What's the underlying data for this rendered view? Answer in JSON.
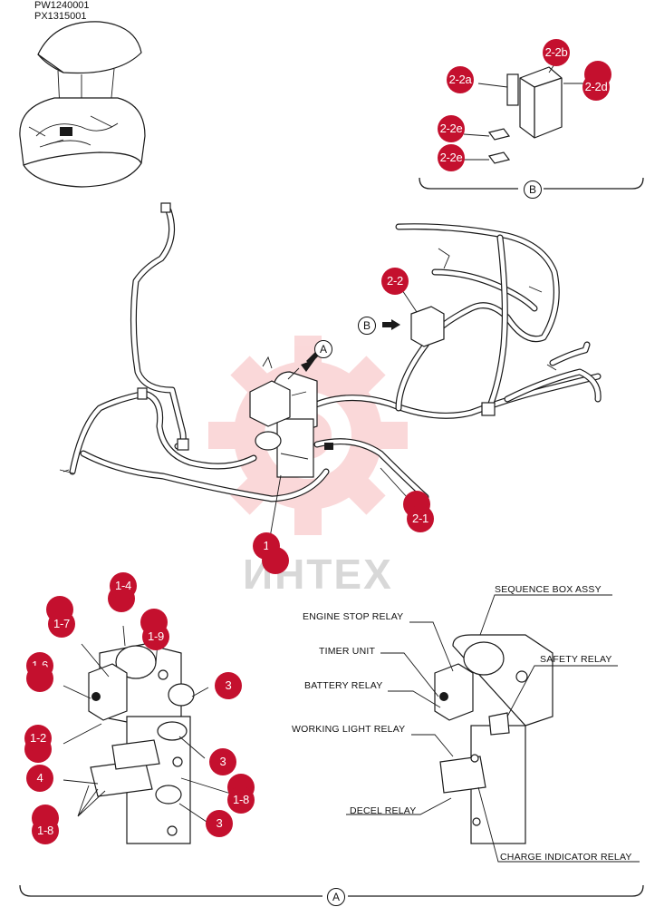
{
  "header": {
    "code1": "PW1240001",
    "code2": "PX1315001"
  },
  "watermark": {
    "text": "ИНТЕХ",
    "color": "#e41e26"
  },
  "badge_color": "#c4102e",
  "callouts": {
    "c_2_2b": "2-2b",
    "c_2_2a": "2-2a",
    "c_2_2d": "2-2d",
    "c_2_2e_1": "2-2e",
    "c_2_2e_2": "2-2e",
    "c_2_2": "2-2",
    "c_2_1": "2-1",
    "c_1": "1",
    "c_1_4": "1-4",
    "c_1_7": "1-7",
    "c_1_9": "1-9",
    "c_1_6": "1-6",
    "c_3_a": "3",
    "c_1_2": "1-2",
    "c_3_b": "3",
    "c_4": "4",
    "c_1_8_a": "1-8",
    "c_3_c": "3",
    "c_1_8_b": "1-8"
  },
  "views": {
    "b_top": "B",
    "b_main": "B",
    "a_main": "A",
    "a_bottom": "A"
  },
  "labels": {
    "sequence_box": "SEQUENCE BOX ASSY",
    "engine_stop": "ENGINE STOP RELAY",
    "timer_unit": "TIMER UNIT",
    "safety_relay": "SAFETY RELAY",
    "battery_relay": "BATTERY RELAY",
    "working_light": "WORKING LIGHT RELAY",
    "decel_relay": "DECEL RELAY",
    "charge_indicator": "CHARGE INDICATOR RELAY"
  }
}
